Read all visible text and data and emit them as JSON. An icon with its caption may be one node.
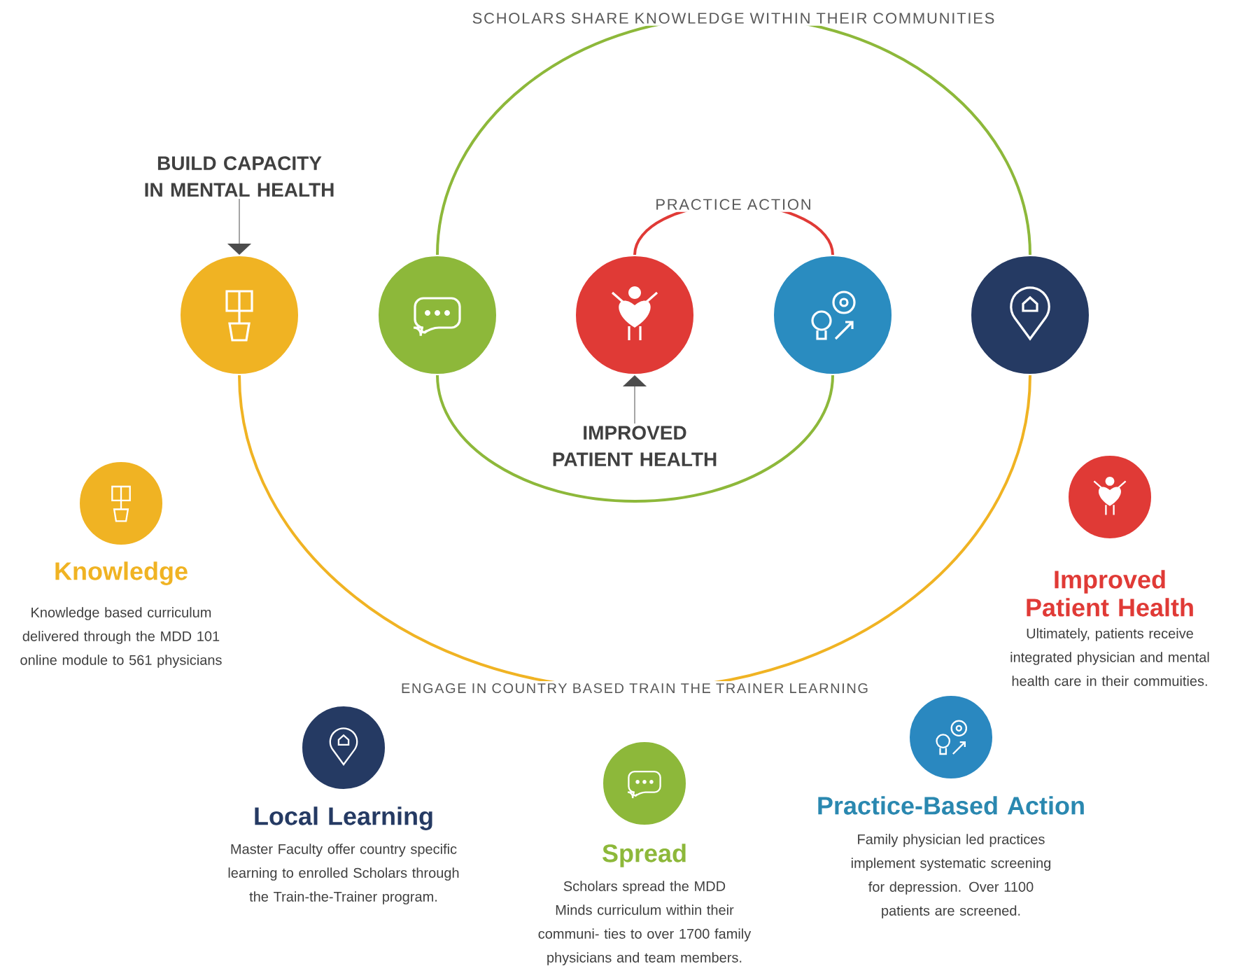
{
  "diagram": {
    "nodes": [
      {
        "text": [
          "BUILD CAPACITY IN MENTAL HEALTH"
        ]
      },
      {
        "text": [],
        "shape": "circle"
      },
      {
        "text": [],
        "shape": "circle"
      },
      {
        "text": [],
        "shape": "circle"
      },
      {
        "text": [],
        "shape": "circle"
      },
      {
        "text": [],
        "shape": "circle"
      },
      {
        "text": [
          "IMPROVED PATIENT HEALTH"
        ]
      },
      {
        "text": [],
        "shape": "circle",
        "beside": [
          "Knowledge",
          "Knowledge based curriculum delivered through the MDD 101 online module to 561 physicians"
        ]
      },
      {
        "text": [],
        "shape": "circle",
        "beside": [
          "Improved Patient Health",
          "Ultimately, patients receive integrated physician and mental health care in their commuities."
        ]
      },
      {
        "text": [],
        "shape": "circle",
        "beside": [
          "Local Learning",
          "Master Faculty offer country specific learning to enrolled Scholars through the Train-the-Trainer program."
        ]
      },
      {
        "text": [],
        "shape": "circle",
        "beside": [
          "Spread",
          "Scholars spread the MDD Minds curriculum within their communi- ties to over 1700 family physicians and team members."
        ]
      },
      {
        "text": [],
        "shape": "circle",
        "beside": [
          "Practice-Based Action",
          "Family physician led practices implement systematic screening for depression. Over 1100 patients are screened."
        ]
      }
    ],
    "edges": [
      {
        "from": 0,
        "to": 1,
        "arrow": "to"
      },
      {
        "from": 6,
        "to": 3,
        "arrow": "to"
      },
      {
        "from": 2,
        "to": 5,
        "arrow": "none",
        "color": "#8db83a",
        "label": "SCHOLARS SHARE KNOWLEDGE WITHIN THEIR COMMUNITIES"
      },
      {
        "from": 3,
        "to": 4,
        "arrow": "none",
        "color": "#e03a36",
        "label": "PRACTICE ACTION"
      },
      {
        "from": 1,
        "to": 5,
        "arrow": "none",
        "color": "#f0b323",
        "label": "ENGAGE IN COUNTRY BASED TRAIN THE TRAINER LEARNING"
      },
      {
        "from": 2,
        "to": 4,
        "arrow": "none",
        "color": "#8db83a"
      }
    ]
  }
}
